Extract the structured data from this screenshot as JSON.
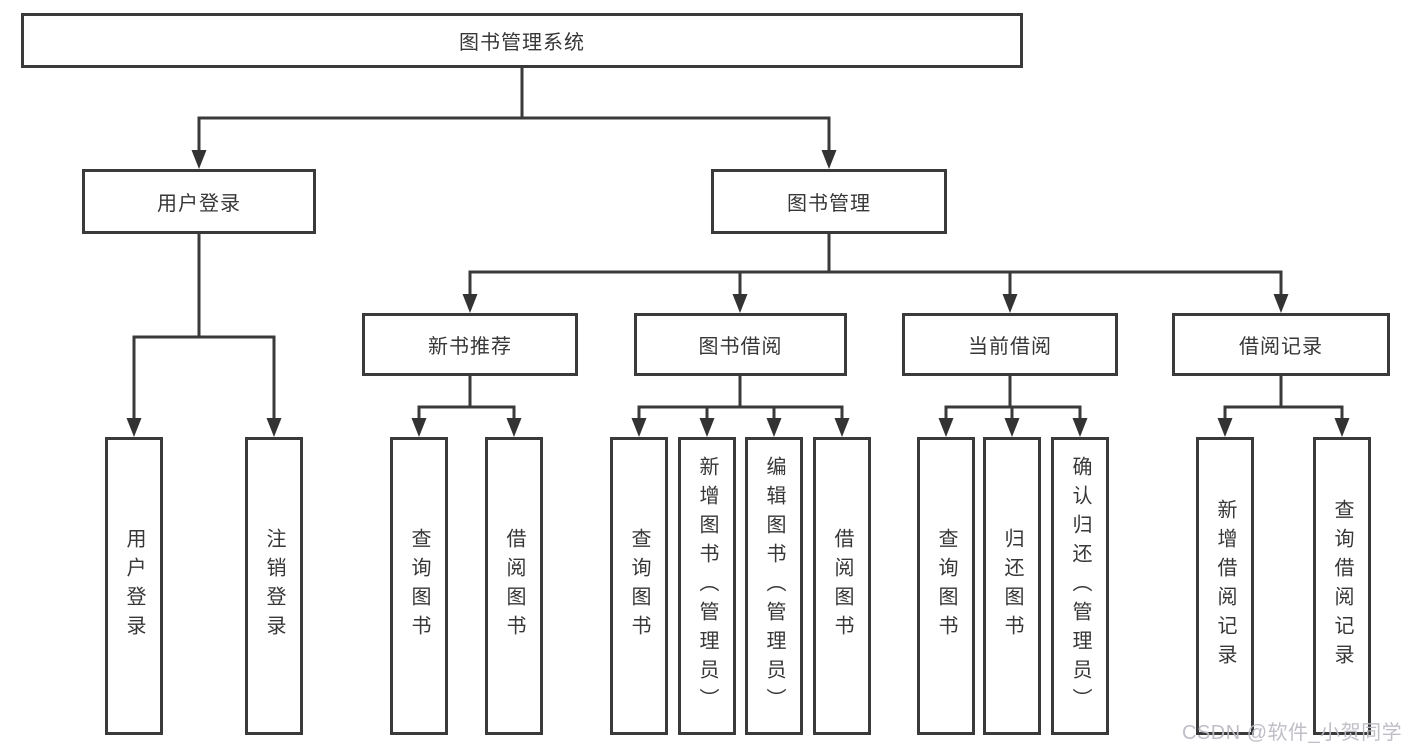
{
  "title_box": "图书管理系统",
  "branches": [
    {
      "label": "用户登录",
      "children": [
        "用户登录",
        "注销登录"
      ]
    },
    {
      "label": "图书管理",
      "sections": [
        {
          "label": "新书推荐",
          "children": [
            "查询图书",
            "借阅图书"
          ]
        },
        {
          "label": "图书借阅",
          "children": [
            "查询图书",
            "新增图书（管理员）",
            "编辑图书（管理员）",
            "借阅图书"
          ]
        },
        {
          "label": "当前借阅",
          "children": [
            "查询图书",
            "归还图书",
            "确认归还（管理员）"
          ]
        },
        {
          "label": "借阅记录",
          "children": [
            "新增借阅记录",
            "查询借阅记录"
          ]
        }
      ]
    }
  ],
  "watermark": "CSDN @软件_小贺同学",
  "colors": {
    "line": "#3a3a3a",
    "text": "#373737",
    "watermark": "#babcc4",
    "background": "#ffffff"
  }
}
